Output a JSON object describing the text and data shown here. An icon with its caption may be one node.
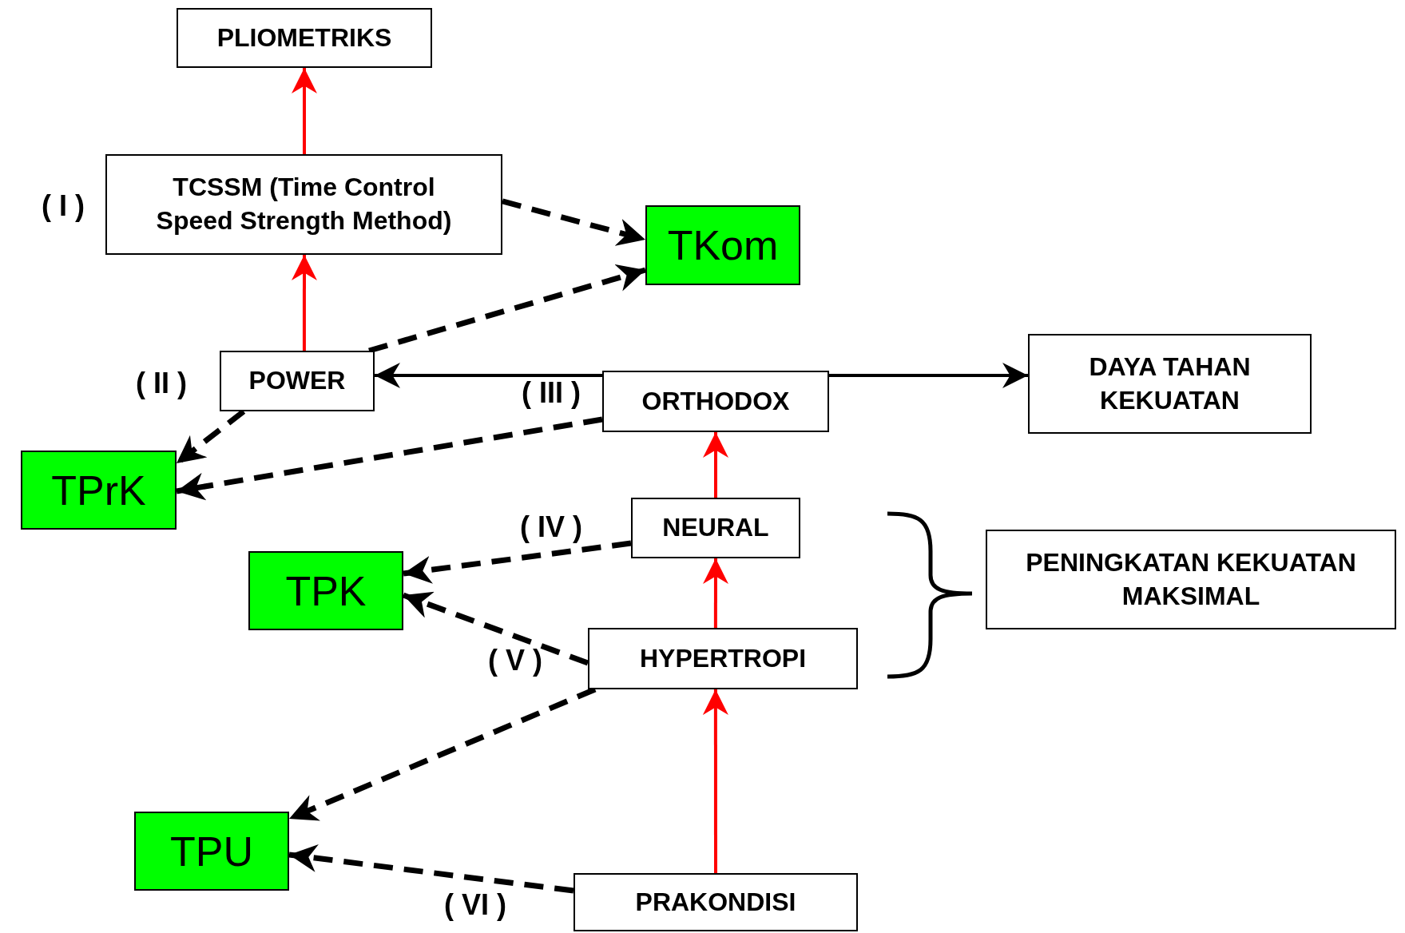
{
  "diagram": {
    "nodes": [
      {
        "text": [
          "PLIOMETRIKS"
        ]
      },
      {
        "text": [
          "TCSSM (Time Control Speed Strength Method)"
        ],
        "beside": [
          "( I )"
        ]
      },
      {
        "text": [
          "TKom"
        ]
      },
      {
        "text": [
          "POWER"
        ],
        "beside": [
          "( II )"
        ]
      },
      {
        "text": [
          "TPrK"
        ]
      },
      {
        "text": [
          "ORTHODOX"
        ],
        "beside": [
          "( III )"
        ]
      },
      {
        "text": [
          "DAYA TAHAN KEKUATAN"
        ]
      },
      {
        "text": [
          "NEURAL"
        ],
        "beside": [
          "( IV )"
        ]
      },
      {
        "text": [
          "TPK"
        ]
      },
      {
        "text": [
          "PENINGKATAN KEKUATAN MAKSIMAL"
        ]
      },
      {
        "text": [
          "HYPERTROPI"
        ],
        "beside": [
          "( V )"
        ]
      },
      {
        "text": [
          "TPU"
        ]
      },
      {
        "text": [
          "PRAKONDISI"
        ],
        "beside": [
          "( VI )"
        ]
      }
    ],
    "edges": [
      {
        "from": 1,
        "to": 0,
        "arrow": "to",
        "color": "#ff0000"
      },
      {
        "from": 3,
        "to": 1,
        "arrow": "to",
        "color": "#ff0000"
      },
      {
        "from": 1,
        "to": 2,
        "arrow": "to",
        "style": "dashed"
      },
      {
        "from": 3,
        "to": 2,
        "arrow": "to",
        "style": "dashed"
      },
      {
        "from": 5,
        "to": 3,
        "arrow": "to"
      },
      {
        "from": 5,
        "to": 6,
        "arrow": "to"
      },
      {
        "from": 3,
        "to": 4,
        "arrow": "to",
        "style": "dashed"
      },
      {
        "from": 5,
        "to": 4,
        "arrow": "to",
        "style": "dashed"
      },
      {
        "from": 7,
        "to": 5,
        "arrow": "to",
        "color": "#ff0000"
      },
      {
        "from": 10,
        "to": 7,
        "arrow": "to",
        "color": "#ff0000"
      },
      {
        "from": 7,
        "to": 8,
        "arrow": "to",
        "style": "dashed"
      },
      {
        "from": 10,
        "to": 8,
        "arrow": "to",
        "style": "dashed"
      },
      {
        "from": 10,
        "to": 11,
        "arrow": "to",
        "style": "dashed"
      },
      {
        "from": 12,
        "to": 11,
        "arrow": "to",
        "style": "dashed"
      },
      {
        "from": 12,
        "to": 10,
        "arrow": "to",
        "color": "#ff0000"
      }
    ]
  }
}
